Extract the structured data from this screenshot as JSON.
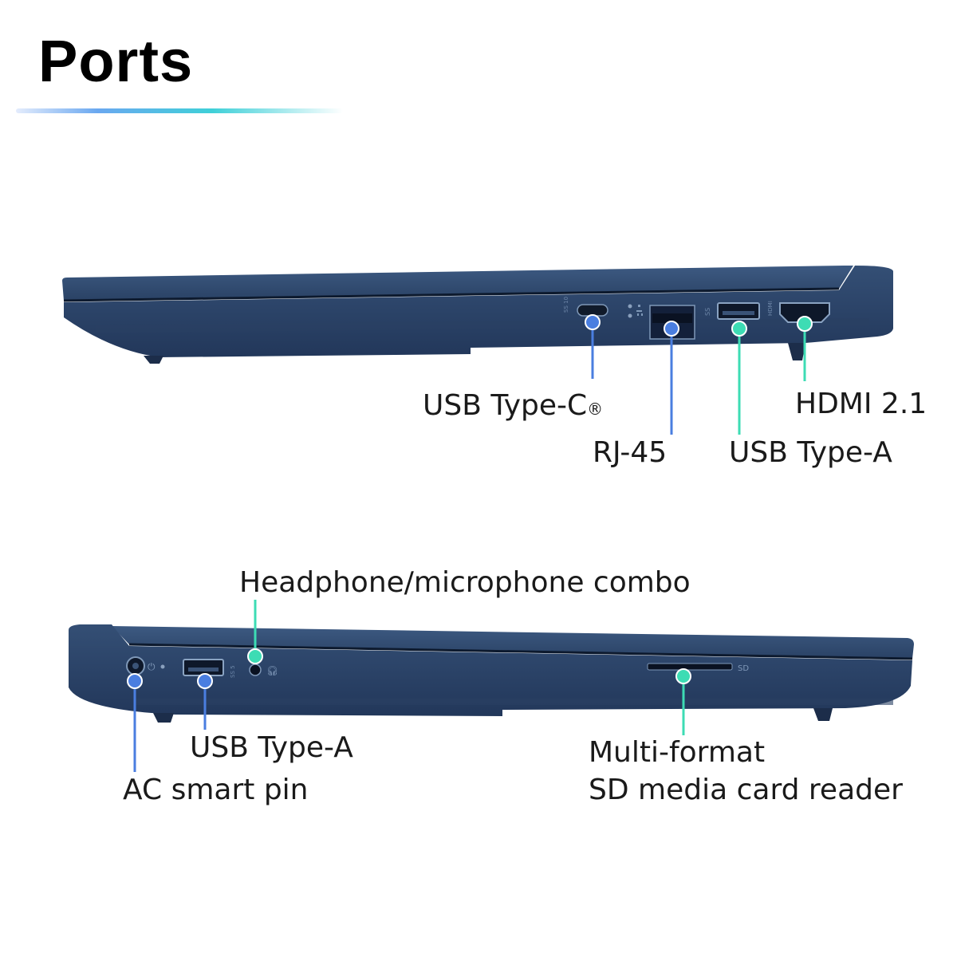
{
  "title": "Ports",
  "colors": {
    "chassis": "#2f4a6e",
    "chassis_dark": "#1f3150",
    "blue_marker": "#4a7ee0",
    "teal_marker": "#3ddcb4",
    "blue_line": "#4a7ee0",
    "teal_line": "#3ddcb4"
  },
  "right_side": {
    "labels": {
      "usb_c": "USB Type-C",
      "usb_c_mark": "®",
      "rj45": "RJ-45",
      "usb_a": "USB Type-A",
      "hdmi": "HDMI 2.1"
    }
  },
  "left_side": {
    "labels": {
      "headphone": "Headphone/microphone combo",
      "usb_a": "USB Type-A",
      "ac_pin": "AC smart pin",
      "sd_line1": "Multi-format",
      "sd_line2": "SD media card reader",
      "sd_engraving": "SD"
    }
  }
}
